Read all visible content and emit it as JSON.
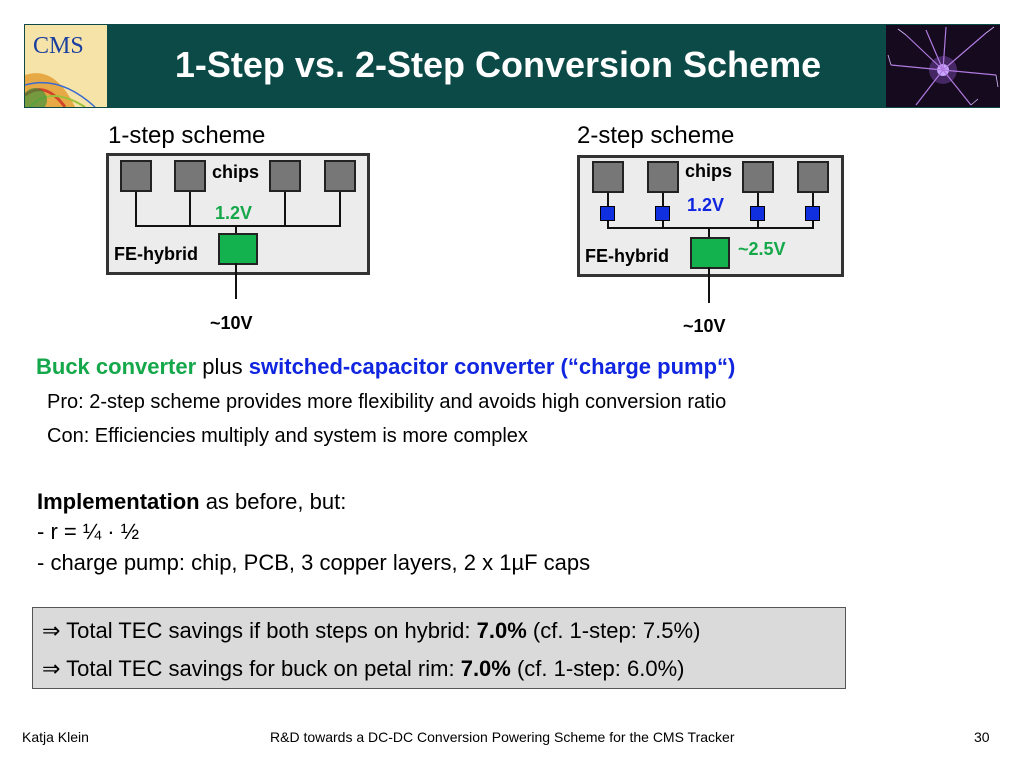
{
  "header": {
    "title": "1-Step vs. 2-Step Conversion Scheme",
    "logo_text": "CMS",
    "bg_color": "#0b4a47"
  },
  "scheme1": {
    "title": "1-step scheme",
    "chips_label": "chips",
    "voltage_label": "1.2V",
    "hybrid_label": "FE-hybrid",
    "input_label": "~10V"
  },
  "scheme2": {
    "title": "2-step scheme",
    "chips_label": "chips",
    "voltage_label": "1.2V",
    "mid_voltage_label": "~2.5V",
    "hybrid_label": "FE-hybrid",
    "input_label": "~10V"
  },
  "body": {
    "headline": {
      "part1": "Buck converter",
      "part2": " plus ",
      "part3": "switched-capacitor converter (“charge pump“)"
    },
    "pro": "Pro: 2-step scheme provides more flexibility and avoids high conversion ratio",
    "con": "Con: Efficiencies multiply and system is more complex",
    "impl_bold": "Implementation",
    "impl_rest": " as before, but:",
    "item1": "- r = ¼ · ½",
    "item2": "- charge pump: chip, PCB, 3 copper layers, 2 x 1µF caps"
  },
  "summary": {
    "line1_arrow": "⇒",
    "line1_text": " Total TEC savings if both steps on hybrid: ",
    "line1_bold": "7.0%",
    "line1_rest": " (cf. 1-step: 7.5%)",
    "line2_arrow": "⇒",
    "line2_text": " Total TEC savings for buck on petal rim: ",
    "line2_bold": "7.0%",
    "line2_rest": " (cf. 1-step: 6.0%)"
  },
  "footer": {
    "author": "Katja Klein",
    "talk_title": "R&D towards a DC-DC Conversion Powering Scheme for the CMS Tracker",
    "page": "30"
  },
  "colors": {
    "green": "#15a84a",
    "blue": "#1025e0",
    "chip_gray": "#777777"
  }
}
